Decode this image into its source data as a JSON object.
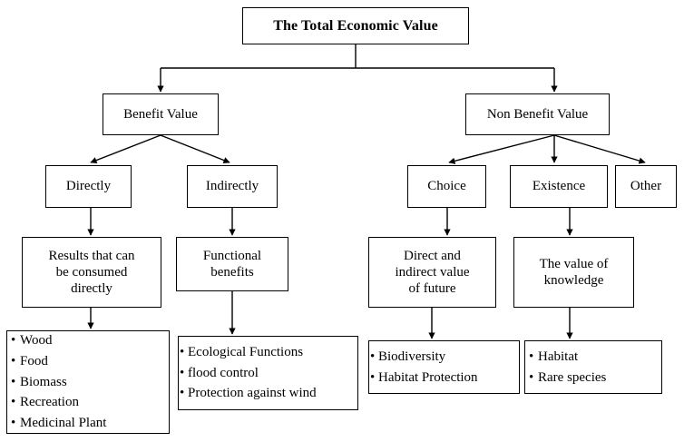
{
  "diagram": {
    "title_node": "The Total Economic Value",
    "level2": {
      "benefit": "Benefit Value",
      "non_benefit": "Non Benefit Value"
    },
    "level3": {
      "directly": "Directly",
      "indirectly": "Indirectly",
      "choice": "Choice",
      "existence": "Existence",
      "other": "Other"
    },
    "level4": {
      "results": "Results that can\nbe consumed\ndirectly",
      "functional": "Functional\nbenefits",
      "direct_indirect": "Direct and\nindirect value\nof future",
      "knowledge": "The value of\nknowledge"
    },
    "level5": {
      "consumptive_items": [
        "Wood",
        "Food",
        "Biomass",
        "Recreation",
        "Medicinal Plant"
      ],
      "functional_items": [
        "Ecological Functions",
        "flood control",
        "Protection against wind"
      ],
      "option_items": [
        "Biodiversity",
        "Habitat Protection"
      ],
      "existence_items": [
        "Habitat",
        "Rare species"
      ],
      "bullet": "•"
    },
    "colors": {
      "line": "#000000",
      "box_border": "#000000",
      "background": "#ffffff",
      "text": "#000000"
    }
  }
}
